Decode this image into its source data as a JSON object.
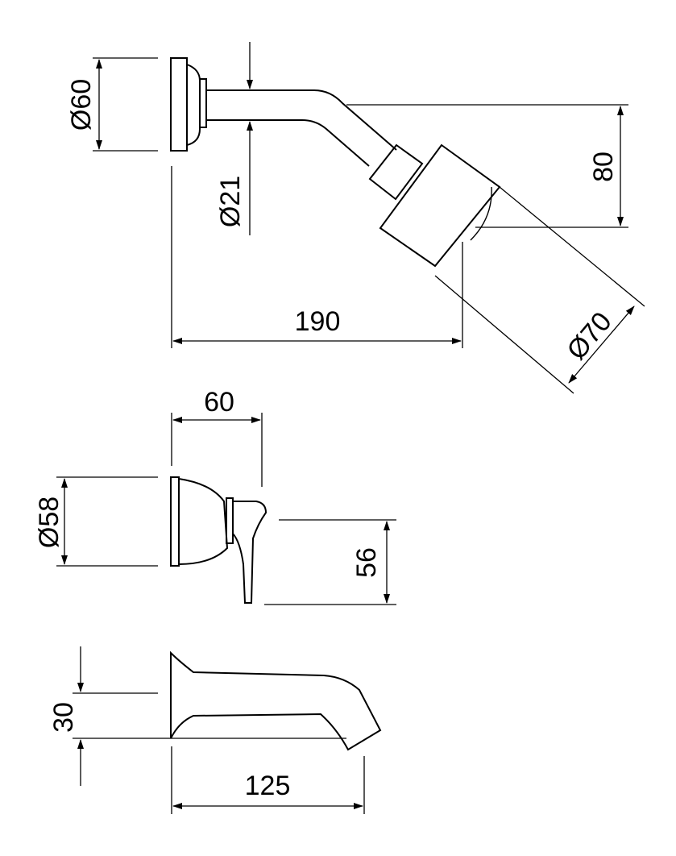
{
  "dimensions": {
    "wall_flange_diameter": "Ø60",
    "arm_diameter": "Ø21",
    "shower_drop": "80",
    "shower_projection": "190",
    "shower_head_diameter": "Ø70",
    "mixer_depth": "60",
    "mixer_plate_diameter": "Ø58",
    "lever_height": "56",
    "spout_height": "30",
    "spout_projection": "125"
  },
  "colors": {
    "line": "#000000",
    "background": "#ffffff"
  }
}
